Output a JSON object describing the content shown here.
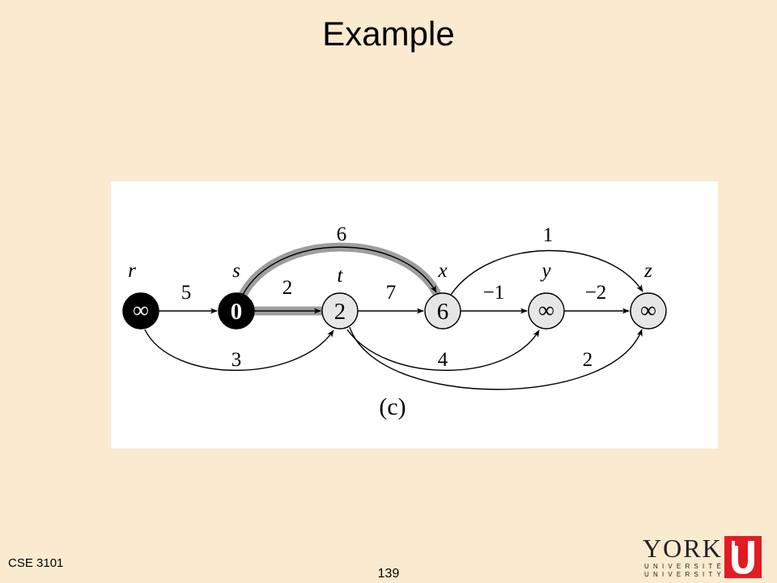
{
  "slide": {
    "title": "Example",
    "footer_left": "CSE 3101",
    "page_number": "139"
  },
  "logo": {
    "word": "YORK",
    "line1": "UNIVERSITÉ",
    "line2": "UNIVERSITY"
  },
  "diagram": {
    "caption": "(c)",
    "nodes": [
      {
        "id": "r",
        "label": "r",
        "value": "∞",
        "state": "black"
      },
      {
        "id": "s",
        "label": "s",
        "value": "0",
        "state": "black"
      },
      {
        "id": "t",
        "label": "t",
        "value": "2",
        "state": "gray"
      },
      {
        "id": "x",
        "label": "x",
        "value": "6",
        "state": "gray"
      },
      {
        "id": "y",
        "label": "y",
        "value": "∞",
        "state": "gray"
      },
      {
        "id": "z",
        "label": "z",
        "value": "∞",
        "state": "gray"
      }
    ],
    "edges": [
      {
        "from": "r",
        "to": "s",
        "weight": "5",
        "highlight": false
      },
      {
        "from": "s",
        "to": "t",
        "weight": "2",
        "highlight": true
      },
      {
        "from": "t",
        "to": "x",
        "weight": "7",
        "highlight": false
      },
      {
        "from": "x",
        "to": "y",
        "weight": "−1",
        "highlight": false
      },
      {
        "from": "y",
        "to": "z",
        "weight": "−2",
        "highlight": false
      },
      {
        "from": "s",
        "to": "x",
        "weight": "6",
        "highlight": true
      },
      {
        "from": "x",
        "to": "z",
        "weight": "1",
        "highlight": false
      },
      {
        "from": "r",
        "to": "t",
        "weight": "3",
        "highlight": false
      },
      {
        "from": "t",
        "to": "y",
        "weight": "4",
        "highlight": false
      },
      {
        "from": "t",
        "to": "z",
        "weight": "2",
        "highlight": false
      }
    ],
    "colors": {
      "black_node": "#000000",
      "gray_node": "#e6e6e6",
      "highlight": "#9e9e9e",
      "edge": "#000000"
    }
  }
}
